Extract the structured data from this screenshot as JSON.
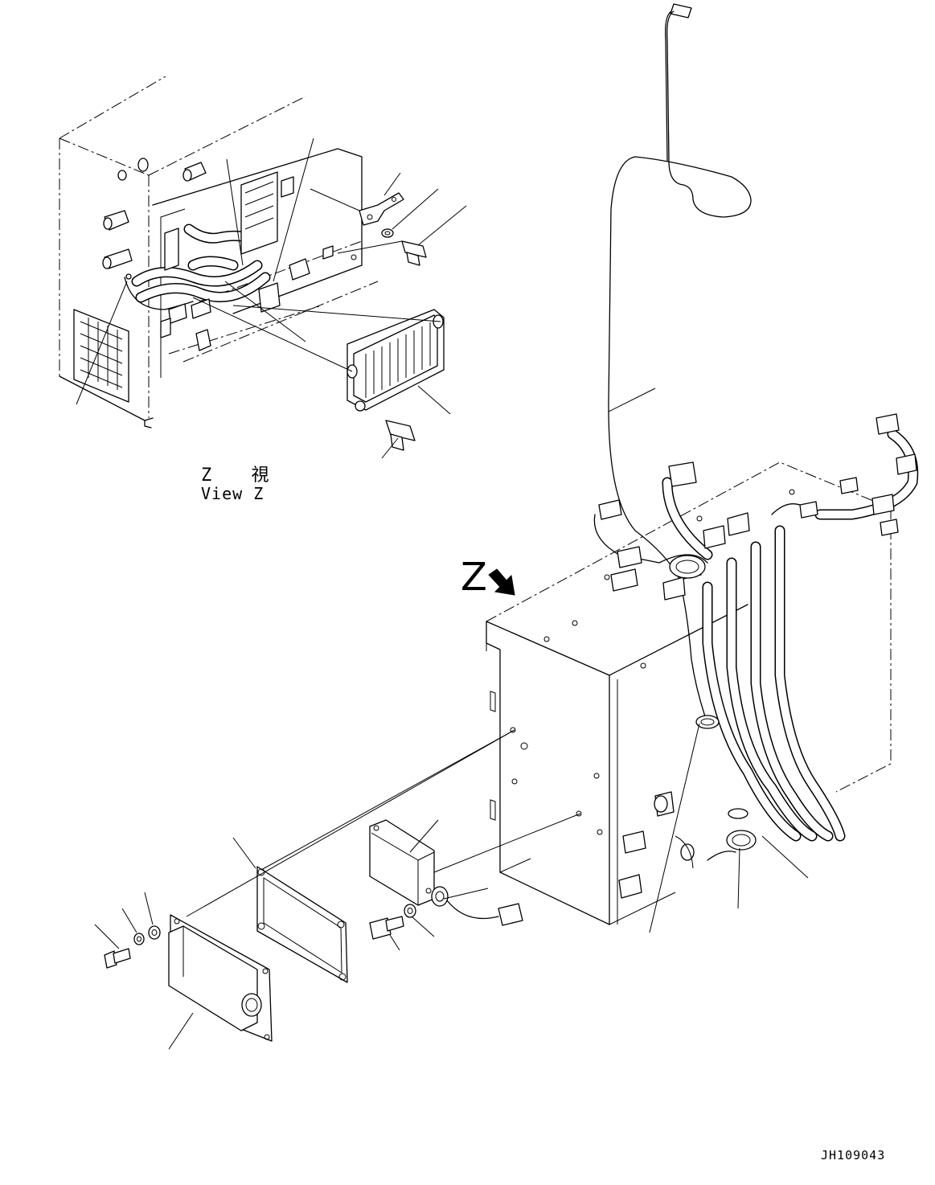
{
  "view": {
    "label_jp": "Z 視",
    "label_en": "View Z",
    "direction_letter": "Z"
  },
  "drawing_number": "JH109043"
}
